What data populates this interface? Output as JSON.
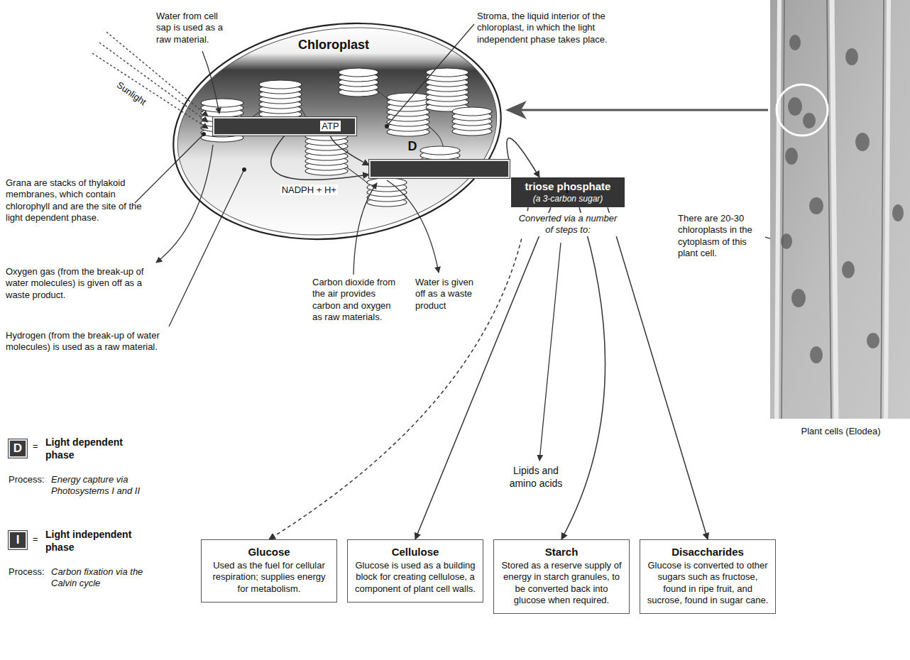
{
  "diagram": {
    "nodes": [
      {
        "text": [
          "Chloroplast"
        ]
      },
      {
        "text": [
          "D"
        ],
        "in": 0
      },
      {
        "text": [
          "I"
        ],
        "in": 0
      },
      {
        "text": [
          "triose phosphate",
          "(a 3-carbon sugar)"
        ]
      },
      {
        "text": [
          "Glucose",
          "Used as the fuel for cellular respiration; supplies energy for metabolism."
        ]
      },
      {
        "text": [
          "Cellulose",
          "Glucose is used as a building block for creating cellulose, a component of plant cell walls."
        ]
      },
      {
        "text": [
          "Starch",
          "Stored as a reserve supply of energy in starch granules, to be converted back into glucose when required."
        ]
      },
      {
        "text": [
          "Disaccharides",
          "Glucose is converted to other sugars such as fructose, found in ripe fruit, and sucrose, found in sugar cane."
        ]
      },
      {
        "text": [
          "D"
        ]
      },
      {
        "text": [
          "I"
        ]
      }
    ],
    "edges": [
      {
        "from": 1,
        "to": 2,
        "label": "ATP",
        "arrow": "to"
      },
      {
        "from": 1,
        "to": 2,
        "label": "NADPH + H+",
        "arrow": "to"
      },
      {
        "from": 2,
        "to": 3,
        "arrow": "to"
      },
      {
        "from": 3,
        "to": 4,
        "arrow": "to"
      },
      {
        "from": 3,
        "to": 5,
        "arrow": "to"
      },
      {
        "from": 3,
        "to": 6,
        "arrow": "to"
      },
      {
        "from": 3,
        "to": 7,
        "arrow": "to"
      }
    ],
    "labels": [
      "Water from cell sap is used as a raw material.",
      "Sunlight",
      "Stroma, the liquid interior of the chloroplast, in which the light independent phase takes place.",
      "Grana are stacks of thylakoid membranes, which contain chlorophyll and are the site of the light dependent phase.",
      "There are 20-30 chloroplasts in the cytoplasm of this plant cell.",
      "Oxygen gas (from the break-up of water molecules) is given off as a waste product.",
      "Hydrogen (from the break-up of water molecules) is used as a raw material.",
      "Carbon dioxide from the air provides carbon and oxygen as raw materials.",
      "Water is given off as a waste product",
      "Converted via a number of steps to:",
      "Lipids and amino acids",
      "Plant cells (Elodea)",
      "=",
      "Light dependent phase",
      "Process:",
      "Energy capture via Photosystems I and II",
      "=",
      "Light independent phase",
      "Process:",
      "Carbon fixation via the Calvin cycle"
    ]
  }
}
